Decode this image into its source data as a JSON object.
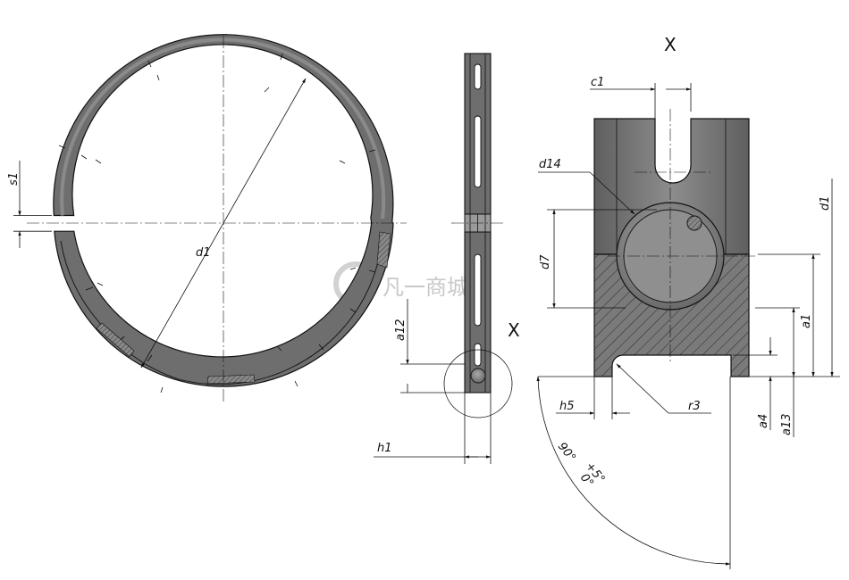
{
  "labels": {
    "s1": "s1",
    "d1_left": "d1",
    "a12": "a12",
    "x_detail": "X",
    "h1": "h1",
    "x_title": "X",
    "c1": "c1",
    "d14": "d14",
    "d7": "d7",
    "d1_right": "d1",
    "a1": "a1",
    "h5": "h5",
    "r3": "r3",
    "a4": "a4",
    "a13": "a13",
    "angle": "90°",
    "tol_upper": "+5°",
    "tol_lower": "0°"
  },
  "watermark": {
    "text": "凡一商城"
  },
  "colors": {
    "ring_fill": "#6e6e6e",
    "block_fill": "#7a7a7a",
    "ball_fill": "#8c8c8c",
    "line": "#111111"
  }
}
